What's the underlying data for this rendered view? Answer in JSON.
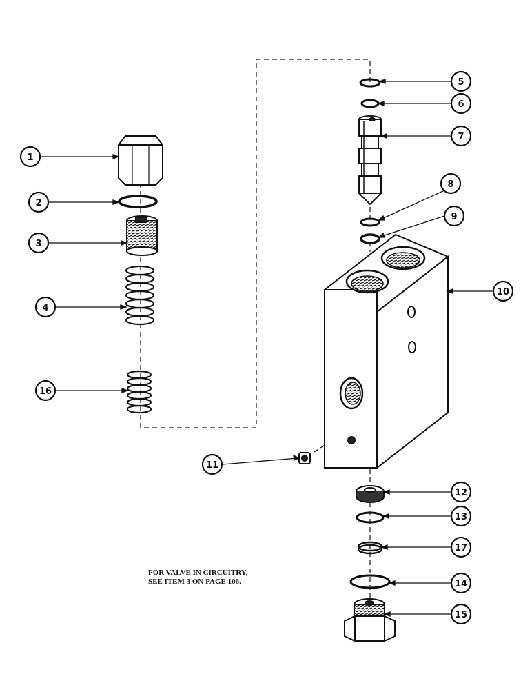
{
  "callouts": [
    {
      "id": "callout-1",
      "label": "1"
    },
    {
      "id": "callout-2",
      "label": "2"
    },
    {
      "id": "callout-3",
      "label": "3"
    },
    {
      "id": "callout-4",
      "label": "4"
    },
    {
      "id": "callout-16",
      "label": "16"
    },
    {
      "id": "callout-5",
      "label": "5"
    },
    {
      "id": "callout-6",
      "label": "6"
    },
    {
      "id": "callout-7",
      "label": "7"
    },
    {
      "id": "callout-8",
      "label": "8"
    },
    {
      "id": "callout-9",
      "label": "9"
    },
    {
      "id": "callout-10",
      "label": "10"
    },
    {
      "id": "callout-11",
      "label": "11"
    },
    {
      "id": "callout-12",
      "label": "12"
    },
    {
      "id": "callout-13",
      "label": "13"
    },
    {
      "id": "callout-17",
      "label": "17"
    },
    {
      "id": "callout-14",
      "label": "14"
    },
    {
      "id": "callout-15",
      "label": "15"
    }
  ],
  "note": {
    "line1": "FOR VALVE IN CIRCUITRY,",
    "line2": "SEE ITEM 3 ON PAGE 106."
  }
}
